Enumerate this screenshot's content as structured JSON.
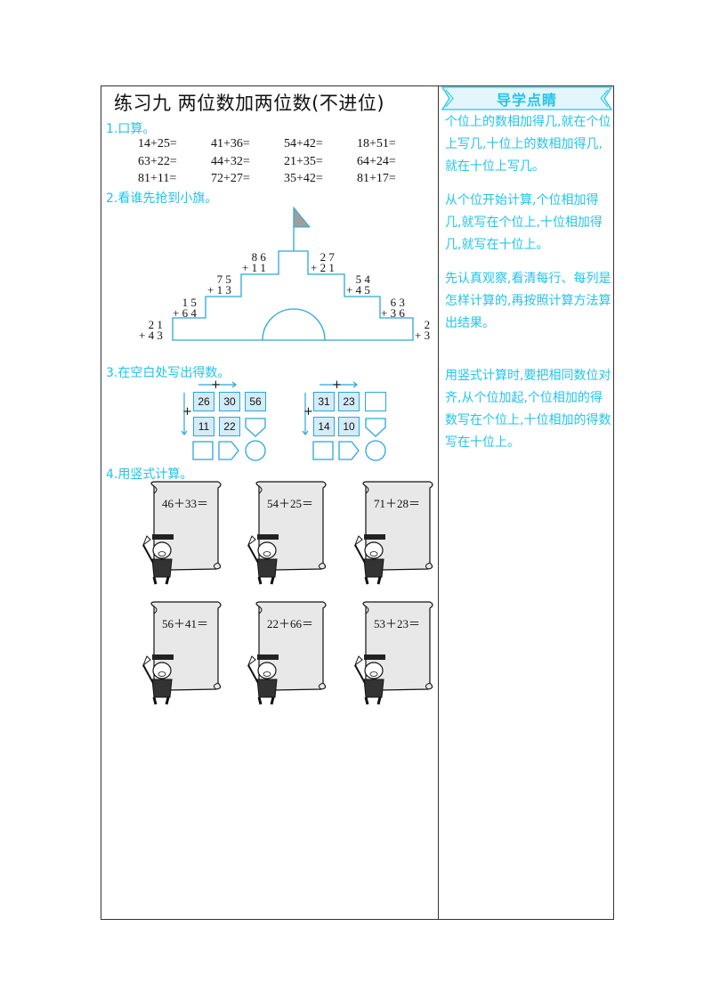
{
  "title": "练习九    两位数加两位数(不进位)",
  "sections": {
    "s1": "1.口算。",
    "s2": "2.看谁先抢到小旗。",
    "s3": "3.在空白处写出得数。",
    "s4": "4.用竖式计算。"
  },
  "oral": [
    [
      "14+25=",
      "41+36=",
      "54+42=",
      "18+51="
    ],
    [
      "63+22=",
      "44+32=",
      "21+35=",
      "64+24="
    ],
    [
      "81+11=",
      "72+27=",
      "35+42=",
      "81+17="
    ]
  ],
  "stairs": [
    {
      "top": "2 1",
      "bottom": "+ 4 3"
    },
    {
      "top": "1 5",
      "bottom": "+ 6 4"
    },
    {
      "top": "7 5",
      "bottom": "+ 1 3"
    },
    {
      "top": "8 6",
      "bottom": "+ 1 1"
    },
    {
      "top": "2 7",
      "bottom": "+ 2 1"
    },
    {
      "top": "5 4",
      "bottom": "+ 4 5"
    },
    {
      "top": "6 3",
      "bottom": "+ 3 6"
    },
    {
      "top": "2",
      "bottom": "+ 3"
    }
  ],
  "grids": [
    {
      "row1": [
        "26",
        "30",
        "56"
      ],
      "row2": [
        "11",
        "22"
      ],
      "plus_left": "+",
      "plus_top": "+"
    },
    {
      "row1": [
        "31",
        "23"
      ],
      "row2": [
        "14",
        "10"
      ],
      "plus_left": "+",
      "plus_top": "+"
    }
  ],
  "scrolls": [
    "46＋33＝",
    "54＋25＝",
    "71＋28＝",
    "56＋41＝",
    "22＋66＝",
    "53＋23＝"
  ],
  "sidebar": {
    "banner": "导学点睛",
    "tips": [
      "个位上的数相加得几,就在个位上写几,十位上的数相加得几,就在十位上写几。",
      "从个位开始计算,个位相加得几,就写在个位上,十位相加得几,就写在十位上。",
      "先认真观察,看清每行、每列是怎样计算的,再按照计算方法算出结果。",
      "用竖式计算时,要把相同数位对齐,从个位加起,个位相加的得数写在个位上,十位相加的得数写在十位上。"
    ]
  },
  "colors": {
    "accent": "#22c4ea",
    "box_border": "#2ba7d8",
    "box_fill": "#d4ecf8"
  }
}
